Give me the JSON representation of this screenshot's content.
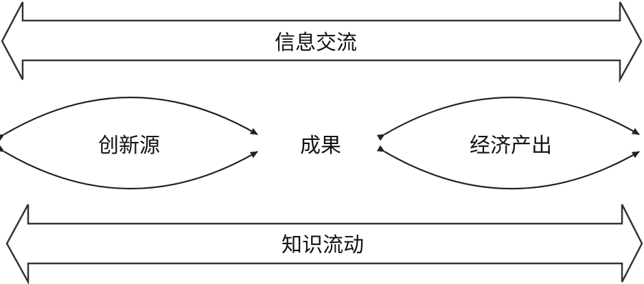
{
  "top_band": {
    "label": "信息交流"
  },
  "bottom_band": {
    "label": "知识流动"
  },
  "nodes": {
    "left": "创新源",
    "center": "成果",
    "right": "经济产出"
  },
  "colors": {
    "stroke": "#333333",
    "text": "#111111",
    "background": "#ffffff"
  }
}
